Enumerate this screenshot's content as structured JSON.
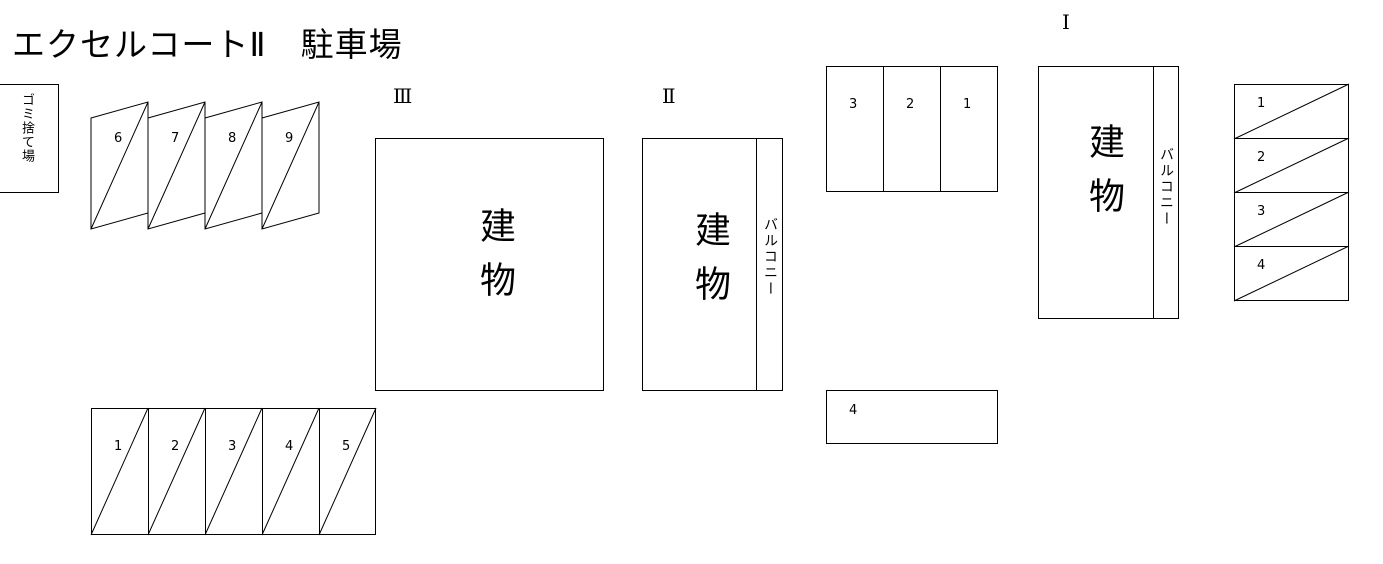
{
  "title": "エクセルコートⅡ　駐車場",
  "garbage_label": "ゴミ捨て場",
  "building_label": "建物",
  "balcony_label": "バルコニー",
  "sections": {
    "I": "Ⅰ",
    "II": "Ⅱ",
    "III": "Ⅲ"
  },
  "left_top_spaces": [
    "6",
    "7",
    "8",
    "9"
  ],
  "left_bottom_spaces": [
    "1",
    "2",
    "3",
    "4",
    "5"
  ],
  "mid_top_spaces": [
    "3",
    "2",
    "1"
  ],
  "mid_bottom_space": "4",
  "right_spaces": [
    "1",
    "2",
    "3",
    "4"
  ]
}
